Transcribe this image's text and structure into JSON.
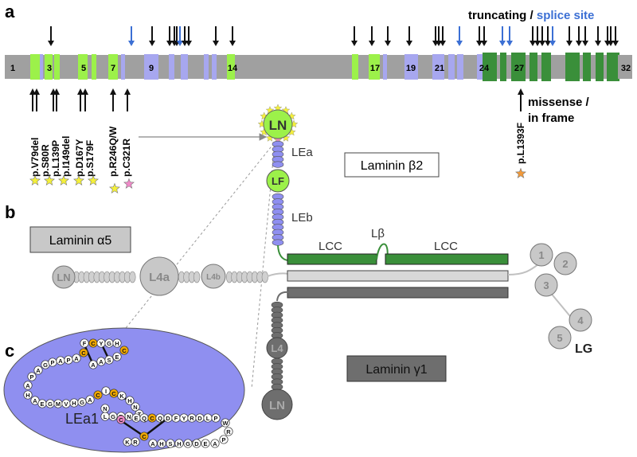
{
  "panels": {
    "a": "a",
    "b": "b",
    "c": "c"
  },
  "panel_a": {
    "legend_truncating": "truncating",
    "legend_separator": " / ",
    "legend_splice": "splice site",
    "legend_missense_1": "missense /",
    "legend_missense_2": "in frame",
    "exon_numbers": [
      "1",
      "3",
      "5",
      "7",
      "9",
      "14",
      "17",
      "19",
      "21",
      "24",
      "27",
      "32"
    ],
    "mutation_labels": [
      "p.V79del",
      "p.S80R",
      "p.L139P",
      "p.I149del",
      "p.D167Y",
      "p.S179F",
      "p.R246Q/W",
      "p.C321R",
      "p.L1393F"
    ]
  },
  "panel_b": {
    "laminin_b2": "Laminin β2",
    "laminin_a5": "Laminin α5",
    "laminin_g1": "Laminin γ1",
    "b2_domains": {
      "ln": "LN",
      "lea": "LEa",
      "lf": "LF",
      "leb": "LEb",
      "lcc_left": "LCC",
      "lbeta": "Lβ",
      "lcc_right": "LCC"
    },
    "a5_domains": {
      "ln": "LN",
      "l4a": "L4a",
      "l4b": "L4b"
    },
    "g1_domains": {
      "l4": "L4",
      "ln": "LN"
    },
    "lg_numbers": [
      "1",
      "2",
      "3",
      "4",
      "5"
    ],
    "lg_label": "LG"
  },
  "panel_c": {
    "label": "LEa1",
    "residues": [
      "A",
      "P",
      "A",
      "G",
      "P",
      "A",
      "P",
      "A",
      "C",
      "F",
      "C",
      "Y",
      "G",
      "H",
      "C",
      "E",
      "S",
      "A",
      "A",
      "H",
      "A",
      "E",
      "G",
      "M",
      "V",
      "H",
      "G",
      "A",
      "C",
      "I",
      "C",
      "K",
      "H",
      "N",
      "T",
      "N",
      "R",
      "G",
      "L",
      "N",
      "C",
      "E",
      "Q",
      "C",
      "Q",
      "D",
      "F",
      "Y",
      "R",
      "D",
      "L",
      "P",
      "W",
      "R",
      "P",
      "A",
      "E",
      "D",
      "G",
      "H",
      "S",
      "H",
      "A",
      "C",
      "R",
      "K"
    ]
  },
  "colors": {
    "exon_green": "#9cf14a",
    "exon_lavender": "#a7a7ef",
    "exon_dark_green": "#3a8f3a",
    "splice_blue": "#3b6fd4",
    "domain_purple": "#8f8ff0",
    "cysteine_orange": "#f2a900",
    "star_yellow": "#f4f03a",
    "star_pink": "#f08ac8",
    "star_orange": "#f29a3a"
  }
}
